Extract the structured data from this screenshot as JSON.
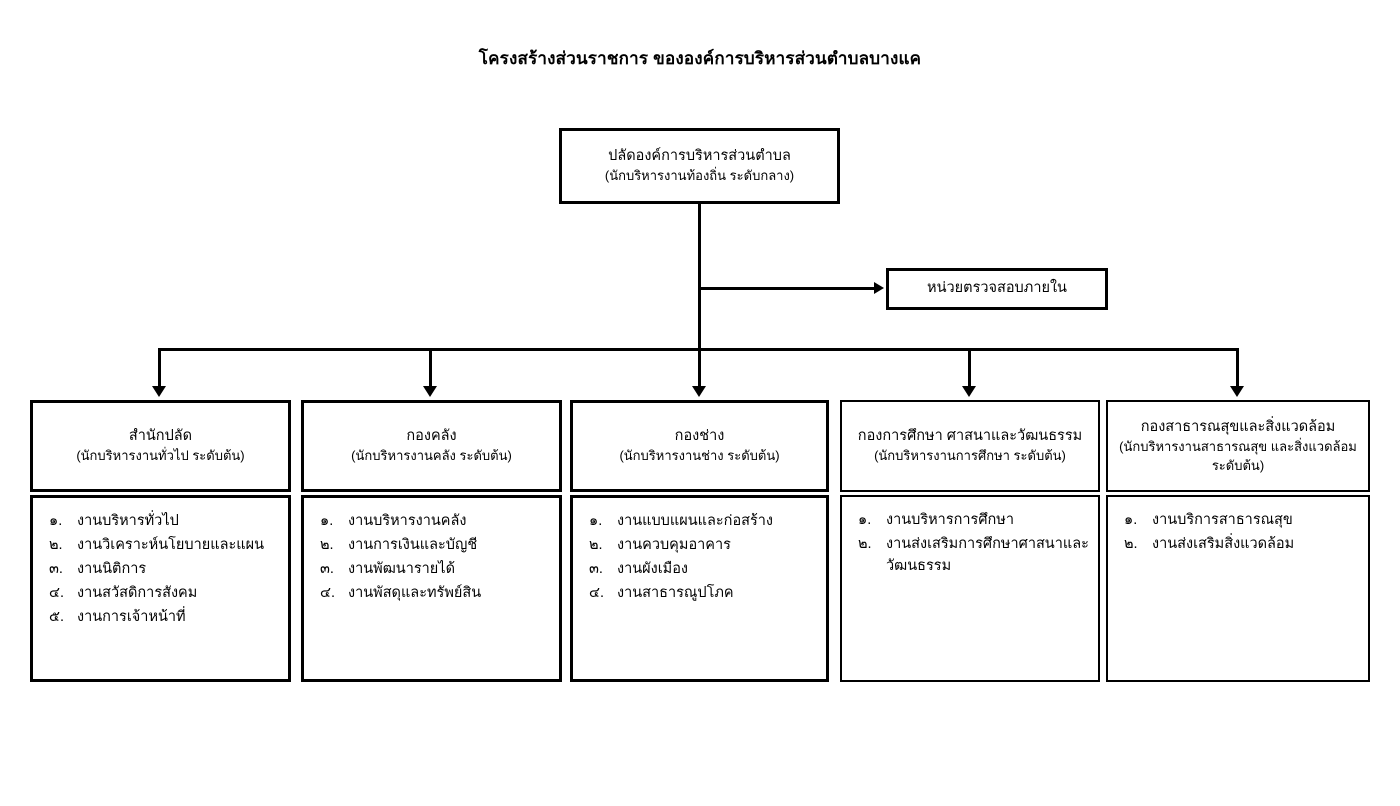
{
  "title": "โครงสร้างส่วนราชการ ขององค์การบริหารส่วนตำบลบางแค",
  "root": {
    "name": "ปลัดองค์การบริหารส่วนตำบล",
    "position": "(นักบริหารงานท้องถิ่น ระดับกลาง)"
  },
  "audit": {
    "name": "หน่วยตรวจสอบภายใน"
  },
  "departments": [
    {
      "name": "สำนักปลัด",
      "position": "(นักบริหารงานทั่วไป ระดับต้น)",
      "position2": "",
      "tasks": [
        {
          "num": "๑.",
          "text": "งานบริหารทั่วไป"
        },
        {
          "num": "๒.",
          "text": "งานวิเคราะห์นโยบายและแผน"
        },
        {
          "num": "๓.",
          "text": "งานนิติการ"
        },
        {
          "num": "๔.",
          "text": "งานสวัสดิการสังคม"
        },
        {
          "num": "๕.",
          "text": "งานการเจ้าหน้าที่"
        }
      ]
    },
    {
      "name": "กองคลัง",
      "position": "(นักบริหารงานคลัง ระดับต้น)",
      "position2": "",
      "tasks": [
        {
          "num": "๑.",
          "text": "งานบริหารงานคลัง"
        },
        {
          "num": "๒.",
          "text": "งานการเงินและบัญชี"
        },
        {
          "num": "๓.",
          "text": "งานพัฒนารายได้"
        },
        {
          "num": "๔.",
          "text": "งานพัสดุและทรัพย์สิน"
        }
      ]
    },
    {
      "name": "กองช่าง",
      "position": "(นักบริหารงานช่าง ระดับต้น)",
      "position2": "",
      "tasks": [
        {
          "num": "๑.",
          "text": "งานแบบแผนและก่อสร้าง"
        },
        {
          "num": "๒.",
          "text": "งานควบคุมอาคาร"
        },
        {
          "num": "๓.",
          "text": "งานผังเมือง"
        },
        {
          "num": "๔.",
          "text": "งานสาธารณูปโภค"
        }
      ]
    },
    {
      "name": "กองการศึกษา ศาสนาและวัฒนธรรม",
      "position": "(นักบริหารงานการศึกษา ระดับต้น)",
      "position2": "",
      "tasks": [
        {
          "num": "๑.",
          "text": "งานบริหารการศึกษา"
        },
        {
          "num": "๒.",
          "text": "งานส่งเสริมการศึกษาศาสนาและวัฒนธรรม"
        }
      ]
    },
    {
      "name": "กองสาธารณสุขและสิ่งแวดล้อม",
      "position": "(นักบริหารงานสาธารณสุข และสิ่งแวดล้อม",
      "position2": "ระดับต้น)",
      "tasks": [
        {
          "num": "๑.",
          "text": "งานบริการสาธารณสุข"
        },
        {
          "num": "๒.",
          "text": "งานส่งเสริมสิ่งแวดล้อม"
        }
      ]
    }
  ],
  "colors": {
    "line": "#000000",
    "background": "#ffffff",
    "text": "#000000"
  }
}
